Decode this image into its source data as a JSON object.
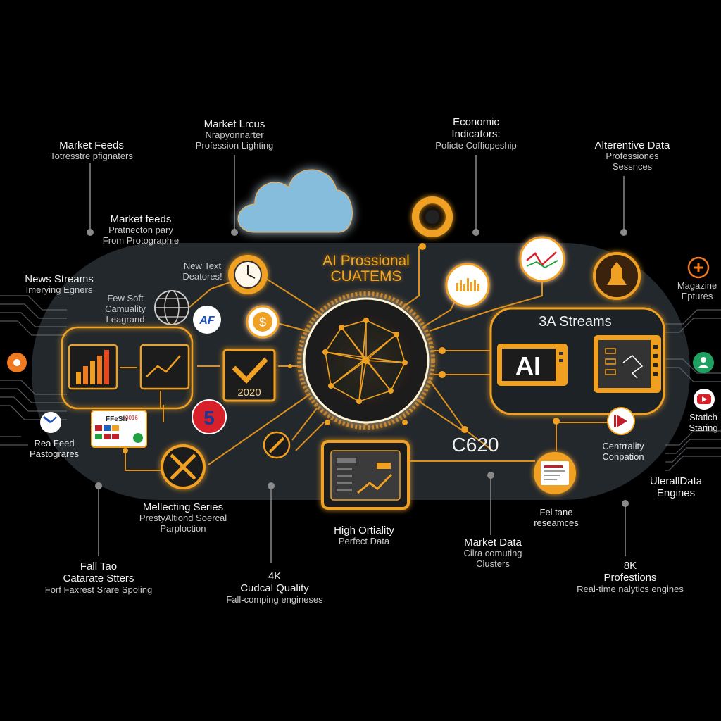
{
  "labels": {
    "market_feeds_top": {
      "title": "Market Feeds",
      "sub": "Totresstre pfignaters"
    },
    "market_lrcus": {
      "title": "Market Lrcus",
      "sub1": "Nrapyonnarter",
      "sub2": "Profession Lighting"
    },
    "economic": {
      "title1": "Economic",
      "title2": "Indicators:",
      "sub": "Poficte Coffiopeship"
    },
    "alternative": {
      "title": "Alterentive Data",
      "sub1": "Professiones",
      "sub2": "Sessnces"
    },
    "market_feeds_mid": {
      "title": "Market feeds",
      "sub1": "Pratnecton pary",
      "sub2": "From Protographie"
    },
    "news_streams": {
      "title": "News Streams",
      "sub": "Imerying Egners"
    },
    "few_soft": {
      "l1": "Few Soft",
      "l2": "Camuality",
      "l3": "Leagrand"
    },
    "new_text": {
      "l1": "New Text",
      "l2": "Deatores!"
    },
    "magazine": {
      "l1": "Magazine",
      "l2": "Eptures"
    },
    "statich": {
      "l1": "Statich",
      "l2": "Staring"
    },
    "rea_feed": {
      "l1": "Rea Feed",
      "l2": "Pastograres"
    },
    "centrality": {
      "l1": "Centrrality",
      "l2": "Conpation"
    },
    "ulerall": {
      "l1": "UlerallData",
      "l2": "Engines"
    },
    "mellecting": {
      "title": "Mellecting Series",
      "sub1": "PrestyAltiond Soercal",
      "sub2": "Parploction"
    },
    "high_ortiality": {
      "title": "High Ortiality",
      "sub": "Perfect Data"
    },
    "fel_tane": {
      "l1": "Fel tane",
      "l2": "reseamces"
    },
    "market_data": {
      "title": "Market Data",
      "sub1": "Cilra comuting",
      "sub2": "Clusters"
    },
    "fall_tao": {
      "l1": "Fall Tao",
      "l2": "Catarate Stters",
      "sub": "Forf Faxrest Srare Spoling"
    },
    "k4": {
      "l1": "4K",
      "l2": "Cudcal Quality",
      "sub": "Fall-comping engineses"
    },
    "k8": {
      "l1": "8K",
      "l2": "Profestions",
      "sub": "Real-time nalytics engines"
    }
  },
  "center_title": {
    "l1": "AI Prossional",
    "l2": "CUATEMS"
  },
  "right_panel": {
    "title": "3A Streams",
    "ai_label": "AI"
  },
  "c620": "C620",
  "checkbox_year": "2020",
  "af_badge": "AF",
  "red_badge": "5",
  "dollar": "$",
  "fresh_card": {
    "title": "FFeSh",
    "tag": "0016"
  },
  "colors": {
    "accent": "#f0a020",
    "line": "#e8961c",
    "panel": "#1d2328",
    "band": "#2a2f36",
    "cloud": "#86bddc"
  },
  "icons": [
    "cloud-icon",
    "clock-icon",
    "globe-icon",
    "dollar-icon",
    "network-hub-icon",
    "bar-chart-icon",
    "line-chart-icon",
    "checkbox-icon",
    "gear-icon",
    "hand-icon",
    "donut-icon",
    "trophy-icon",
    "plus-icon",
    "user-icon",
    "youtube-icon",
    "play-icon",
    "report-icon",
    "wrench-icon",
    "tools-icon"
  ]
}
